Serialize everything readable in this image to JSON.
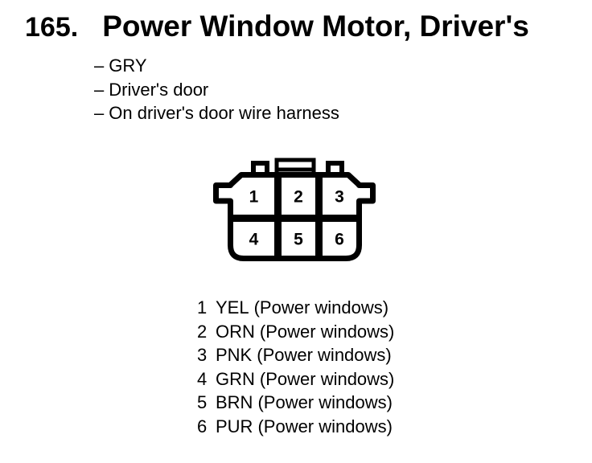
{
  "page": {
    "number": "165.",
    "title": "Power Window Motor, Driver's"
  },
  "notes_dash": "–",
  "notes": [
    "GRY",
    "Driver's door",
    "On driver's door wire harness"
  ],
  "connector": {
    "rows": [
      [
        "1",
        "2",
        "3"
      ],
      [
        "4",
        "5",
        "6"
      ]
    ]
  },
  "pins": [
    {
      "number": "1",
      "wire_color": "YEL",
      "function": "(Power windows)"
    },
    {
      "number": "2",
      "wire_color": "ORN",
      "function": "(Power windows)"
    },
    {
      "number": "3",
      "wire_color": "PNK",
      "function": "(Power windows)"
    },
    {
      "number": "4",
      "wire_color": "GRN",
      "function": "(Power windows)"
    },
    {
      "number": "5",
      "wire_color": "BRN",
      "function": "(Power windows)"
    },
    {
      "number": "6",
      "wire_color": "PUR",
      "function": "(Power windows)"
    }
  ],
  "colors": {
    "ink": "#000000",
    "paper": "#ffffff"
  }
}
